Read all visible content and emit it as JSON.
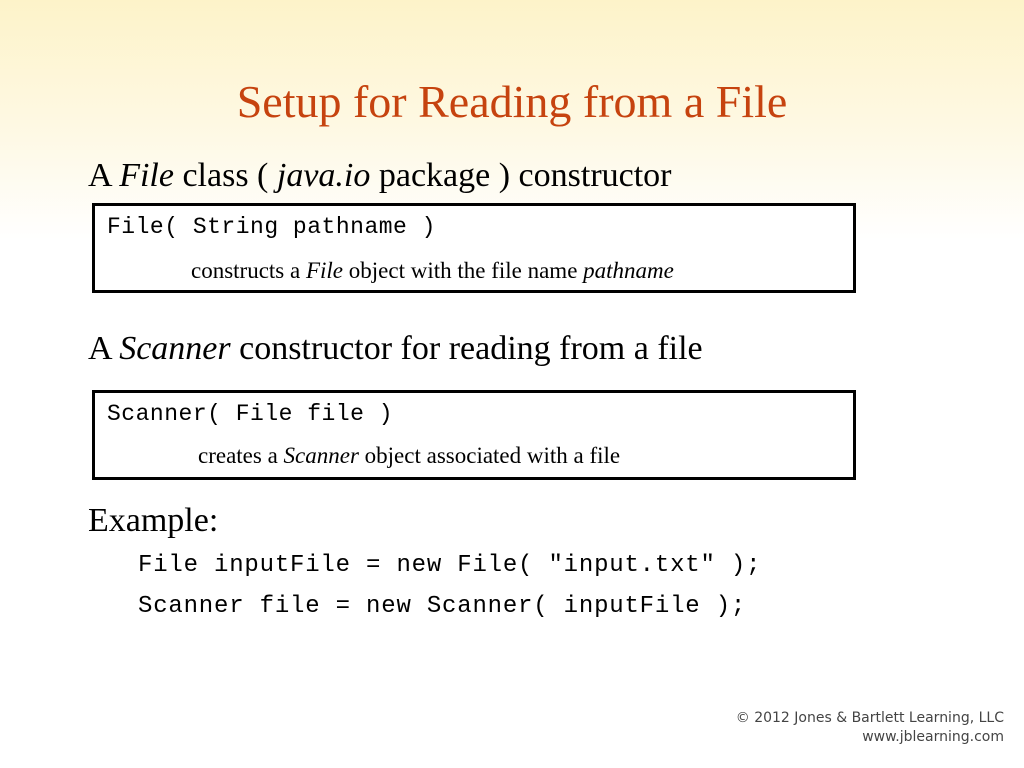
{
  "title": "Setup for Reading from a File",
  "file_bullet": {
    "a": "A",
    "file": "File",
    "class_open": "class (",
    "package": "java.io",
    "rest": "package ) constructor"
  },
  "file_box": {
    "code": "File( String pathname )",
    "desc_pre": "constructs a",
    "desc_file": "File",
    "desc_mid": "object with the file name",
    "desc_param": "pathname"
  },
  "scanner_bullet": {
    "a": "A",
    "scanner": "Scanner",
    "rest": "constructor for reading from a file"
  },
  "scanner_box": {
    "code": "Scanner( File file )",
    "desc_pre": "creates a",
    "desc_scanner": "Scanner",
    "desc_rest": "object associated with a file"
  },
  "example": {
    "label": "Example:",
    "line1": "File inputFile = new File( \"input.txt\" );",
    "line2": "Scanner file = new Scanner( inputFile );"
  },
  "copyright": {
    "line1": "© 2012 Jones & Bartlett Learning, LLC",
    "line2": "www.jblearning.com"
  }
}
